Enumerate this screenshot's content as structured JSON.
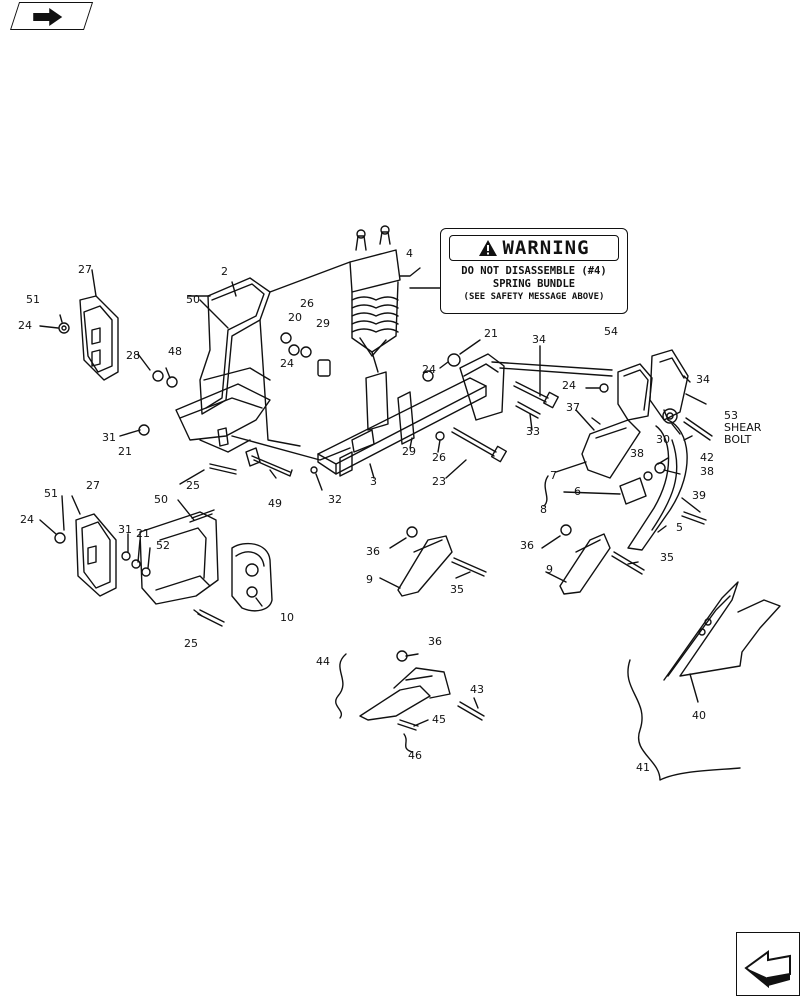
{
  "nav": {
    "top_icon": "forward-arrow-icon",
    "bottom_icon": "back-arrow-icon"
  },
  "warning": {
    "title": "WARNING",
    "line1": "DO NOT DISASSEMBLE (#4)",
    "line2": "SPRING BUNDLE",
    "line3": "(SEE SAFETY MESSAGE ABOVE)"
  },
  "callouts": {
    "c2": "2",
    "c4": "4",
    "c27a": "27",
    "c51a": "51",
    "c24a": "24",
    "c50a": "50",
    "c20": "20",
    "c26a": "26",
    "c29a": "29",
    "c24b": "24",
    "c28": "28",
    "c48": "48",
    "c31a": "31",
    "c21a": "21",
    "c25a": "25",
    "c49": "49",
    "c32": "32",
    "c3": "3",
    "c29b": "29",
    "c26b": "26",
    "c23": "23",
    "c21b": "21",
    "c24c": "24",
    "c34a": "34",
    "c33": "33",
    "c54": "54",
    "c24d": "24",
    "c34b": "34",
    "c37": "37",
    "c53": "53",
    "shear": "SHEAR",
    "bolt": "BOLT",
    "c30": "30",
    "c7": "7",
    "c38a": "38",
    "c42": "42",
    "c38b": "38",
    "c6": "6",
    "c8": "8",
    "c39": "39",
    "c5": "5",
    "c27b": "27",
    "c51b": "51",
    "c24e": "24",
    "c50b": "50",
    "c31b": "31",
    "c21c": "21",
    "c52": "52",
    "c10": "10",
    "c25b": "25",
    "c36a": "36",
    "c9a": "9",
    "c35a": "35",
    "c36b": "36",
    "c9b": "9",
    "c35b": "35",
    "c36c": "36",
    "c44": "44",
    "c43": "43",
    "c45": "45",
    "c46": "46",
    "c40": "40",
    "c41": "41"
  }
}
